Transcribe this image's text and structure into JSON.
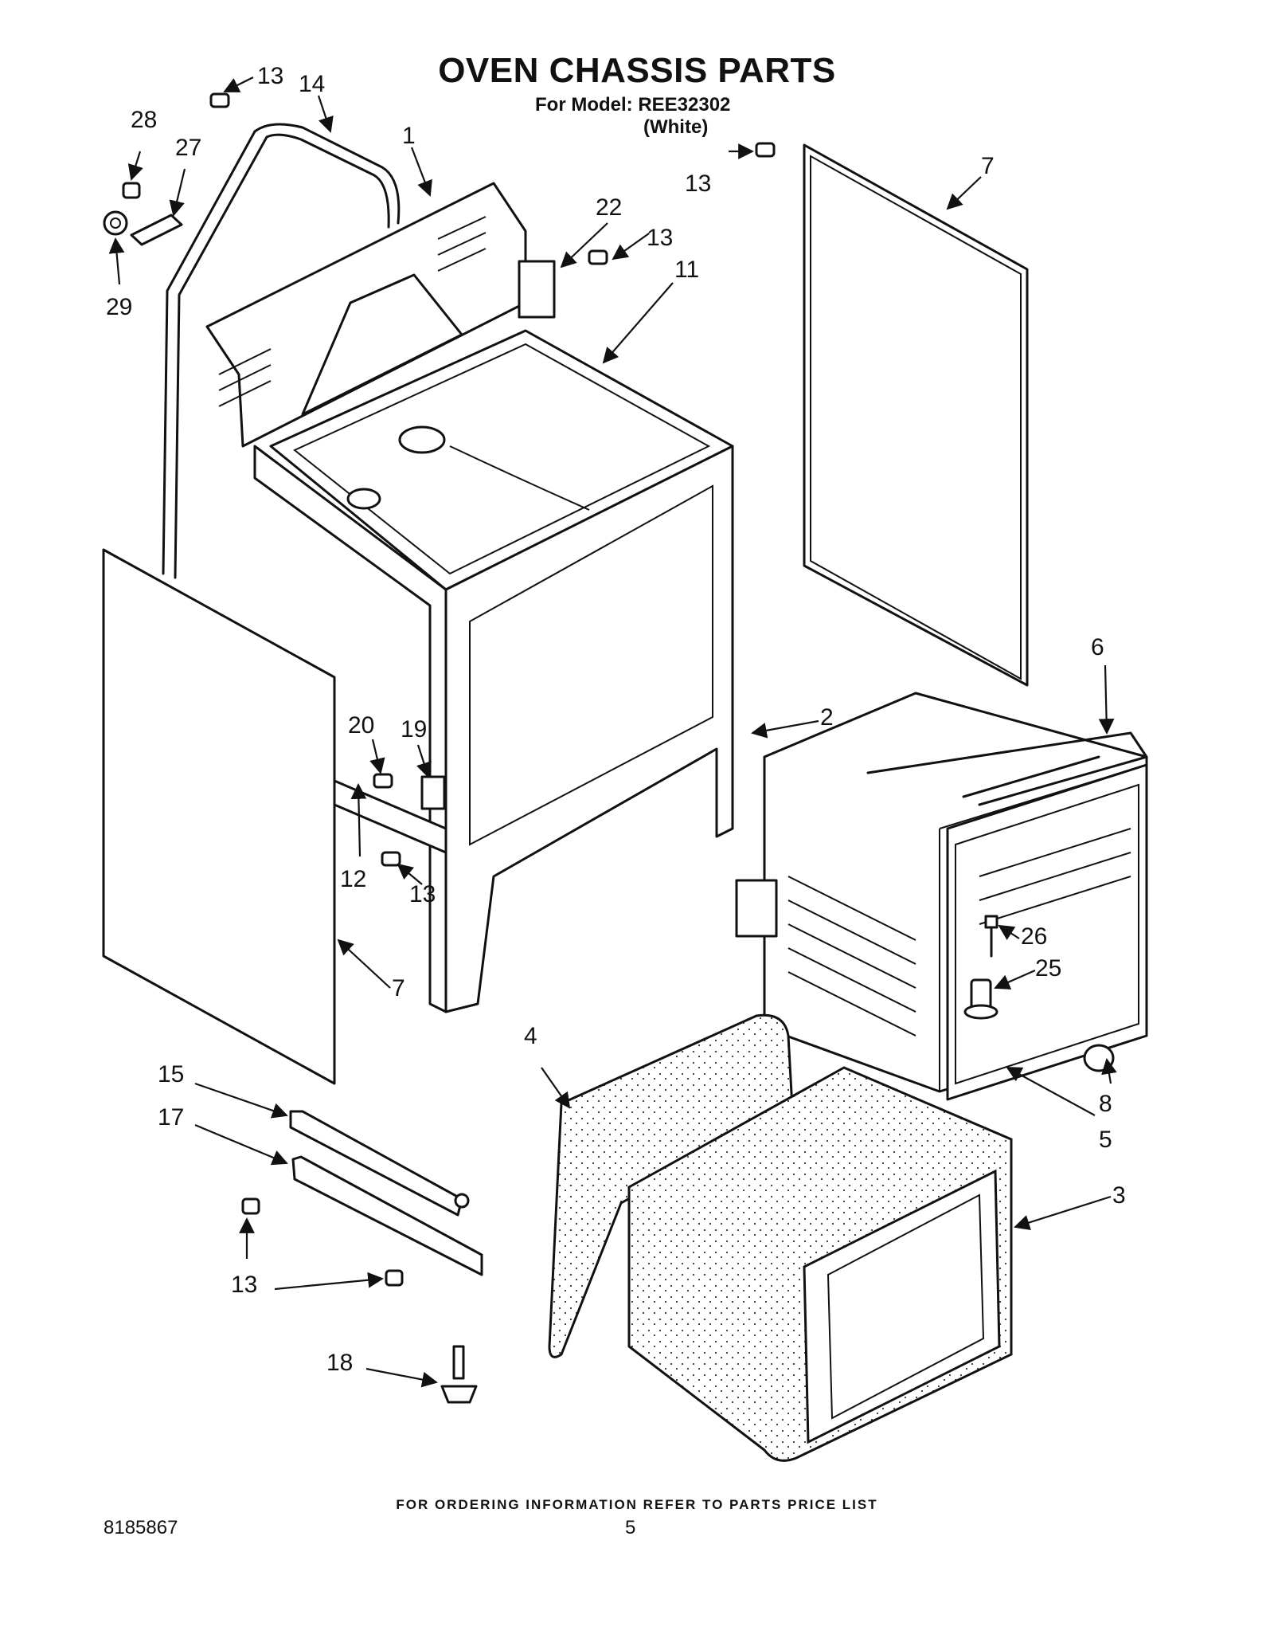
{
  "header": {
    "title": "OVEN CHASSIS PARTS",
    "model_line": "For Model: REE32302",
    "color_line": "(White)"
  },
  "footer": {
    "ordering_note": "FOR ORDERING INFORMATION REFER TO PARTS PRICE LIST",
    "document_number": "8185867",
    "page_number": "5"
  },
  "callouts": {
    "c1": "1",
    "c2": "2",
    "c3": "3",
    "c4": "4",
    "c5": "5",
    "c6": "6",
    "c7a": "7",
    "c7b": "7",
    "c8": "8",
    "c11": "11",
    "c12": "12",
    "c13a": "13",
    "c13b": "13",
    "c13c": "13",
    "c13d": "13",
    "c13e": "13",
    "c14": "14",
    "c15": "15",
    "c17": "17",
    "c18": "18",
    "c19": "19",
    "c20": "20",
    "c22": "22",
    "c25": "25",
    "c26": "26",
    "c27": "27",
    "c28": "28",
    "c29": "29"
  }
}
